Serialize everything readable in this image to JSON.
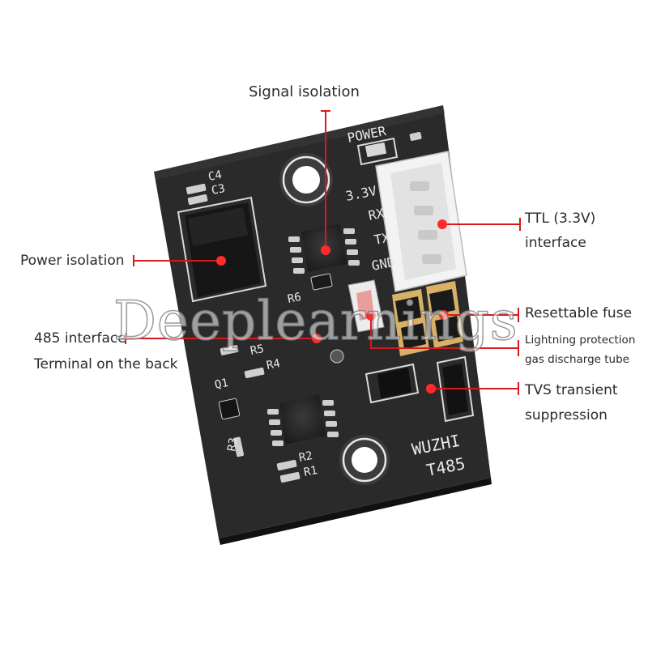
{
  "annotations": {
    "signal_isolation": "Signal isolation",
    "power_isolation": "Power isolation",
    "interface_485_line1": "485 interface",
    "interface_485_line2": "Terminal on the back",
    "ttl_line1": "TTL (3.3V)",
    "ttl_line2": "interface",
    "resettable_fuse": "Resettable fuse",
    "lightning_line1": "Lightning protection",
    "lightning_line2": "gas discharge tube",
    "tvs_line1": "TVS transient",
    "tvs_line2": "suppression"
  },
  "board": {
    "brand": "WUZHI",
    "model": "T485",
    "power_label": "POWER",
    "pins": [
      "3.3V",
      "RX",
      "TX",
      "GND"
    ],
    "refs": [
      "C4",
      "C3",
      "R6",
      "R5",
      "R4",
      "Q1",
      "R3",
      "R2",
      "R1"
    ]
  },
  "watermark": "Deeplearnings",
  "colors": {
    "pcb": "#2b2b2b",
    "silkscreen": "#e9e9e9",
    "callout": "#d7191c",
    "connector": "#f2f2f2"
  }
}
